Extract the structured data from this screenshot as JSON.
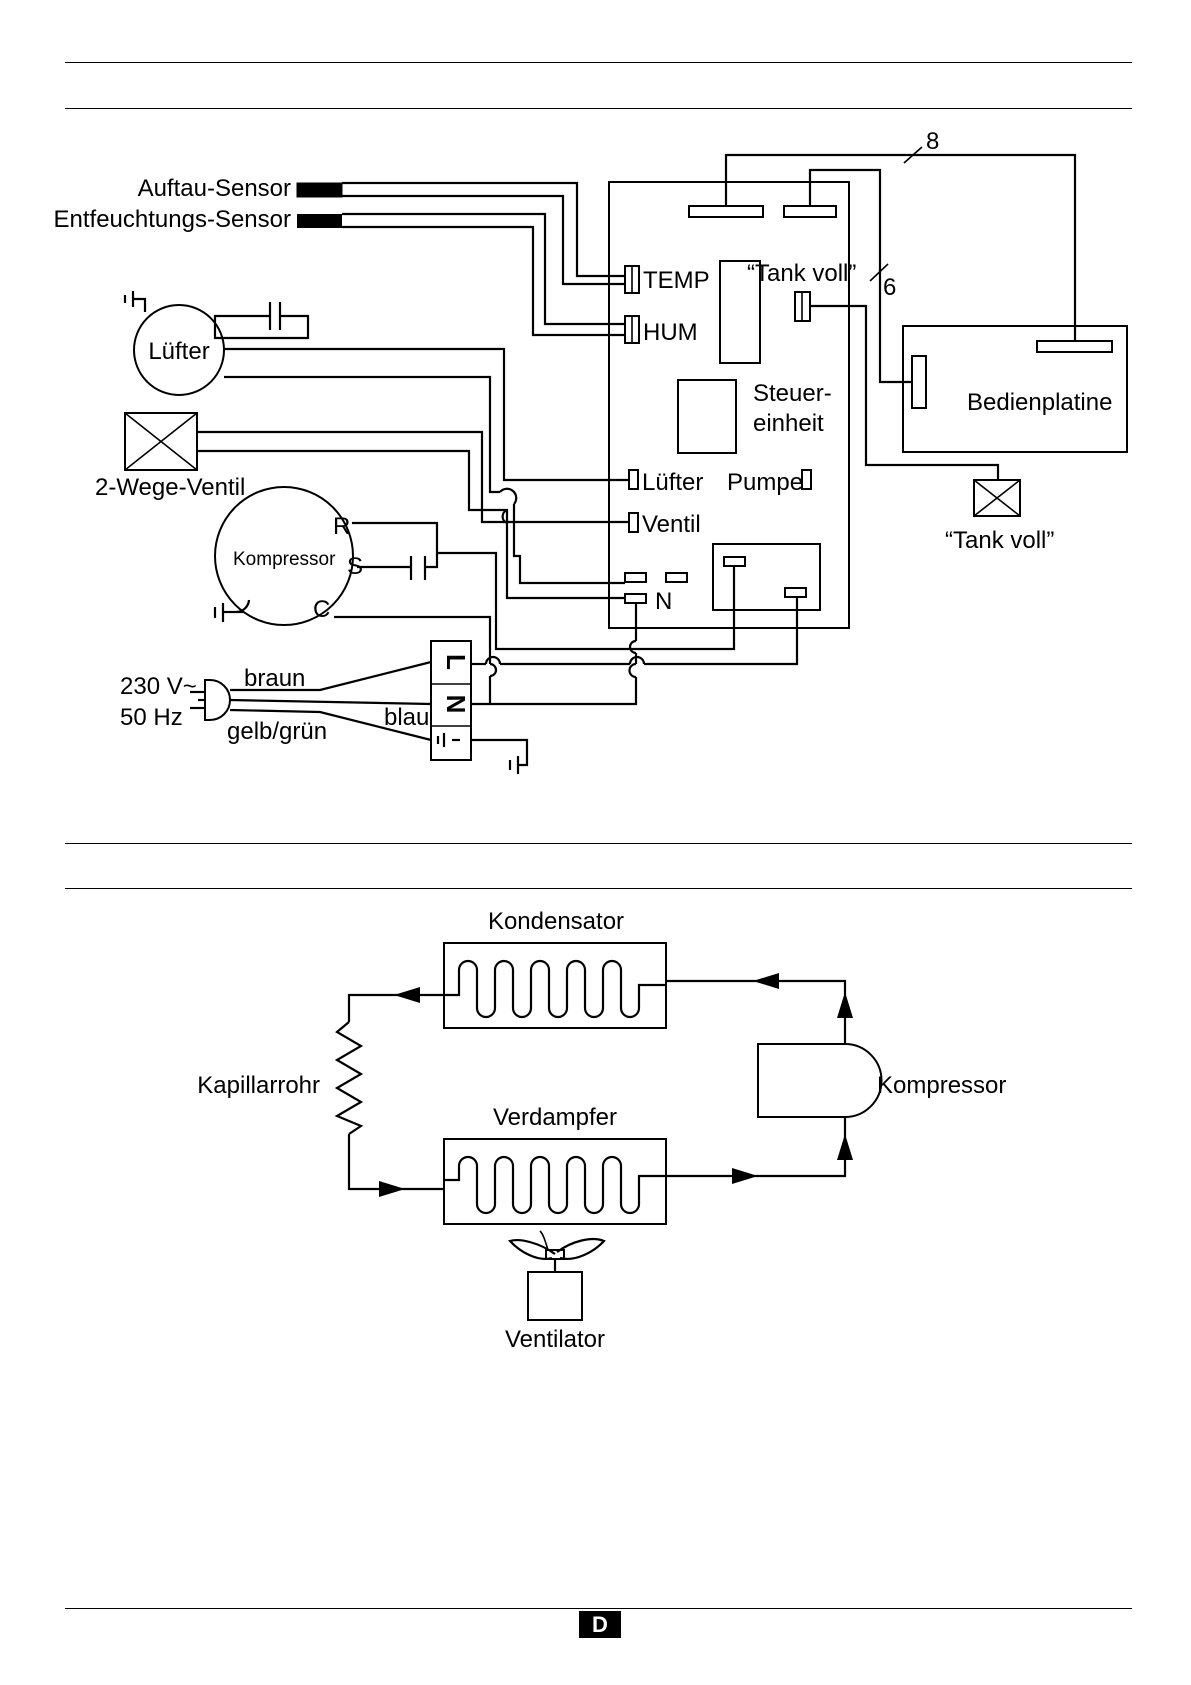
{
  "wiring": {
    "sensor_defrost": "Auftau-Sensor",
    "sensor_dehum": "Entfeuchtungs-Sensor",
    "fan": "Lüfter",
    "valve": "2-Wege-Ventil",
    "compressor": "Kompressor",
    "comp_r": "R",
    "comp_s": "S",
    "comp_c": "C",
    "power_v": "230 V~",
    "power_hz": "50 Hz",
    "wire_brown": "braun",
    "wire_blue": "blau",
    "wire_yg": "gelb/grün",
    "term_l": "L",
    "term_n": "N",
    "pin_temp": "TEMP",
    "pin_hum": "HUM",
    "pin_fan": "Lüfter",
    "pin_valve": "Ventil",
    "pin_pump": "Pumpe",
    "pin_n": "N",
    "tank_full": "“Tank voll”",
    "ctrl_1": "Steuer-",
    "ctrl_2": "einheit",
    "panel": "Bedienplatine",
    "tank_full_switch": "“Tank voll”",
    "bus_8": "8",
    "bus_6": "6"
  },
  "refrigerant": {
    "condenser": "Kondensator",
    "capillary": "Kapillarrohr",
    "compressor": "Kompressor",
    "evaporator": "Verdampfer",
    "fan": "Ventilator"
  },
  "footer": {
    "lang": "D"
  }
}
